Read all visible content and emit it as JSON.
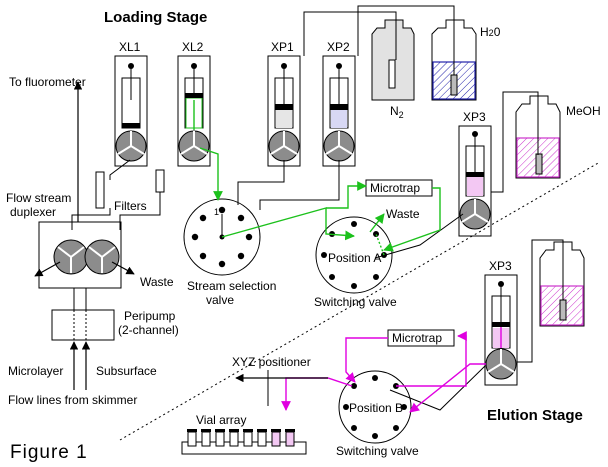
{
  "labels": {
    "loading_stage": "Loading Stage",
    "elution_stage": "Elution Stage",
    "to_fluorometer": "To fluorometer",
    "flow_stream": "Flow stream",
    "duplexer": "duplexer",
    "filters": "Filters",
    "waste_left": "Waste",
    "waste_right": "Waste",
    "peripump": "Peripump",
    "peripump_channels": "(2-channel)",
    "microlayer": "Microlayer",
    "subsurface": "Subsurface",
    "flow_lines": "Flow lines from skimmer",
    "stream_selection": "Stream selection",
    "valve": "valve",
    "switching_valve_a": "Switching valve",
    "switching_valve_b": "Switching valve",
    "position_a": "Position A",
    "position_b": "Position B",
    "microtrap_a": "Microtrap",
    "microtrap_b": "Microtrap",
    "xyz_positioner": "XYZ positioner",
    "vial_array": "Vial array",
    "figure": "Figure 1",
    "n2": "N",
    "n2_sub": "2",
    "h2o": "H",
    "h2o_sub": "2",
    "h2o_tail": "0",
    "meoh": "MeOH",
    "pumps": [
      "XL1",
      "XL2",
      "XP1",
      "XP2",
      "XP3",
      "XP3"
    ]
  },
  "colors": {
    "loading_flow": "#1cc11c",
    "elution_flow": "#e000e0",
    "water": "#2222aa",
    "meoh_fill": "#cc33cc",
    "n2_fill": "#e2e2e2"
  }
}
